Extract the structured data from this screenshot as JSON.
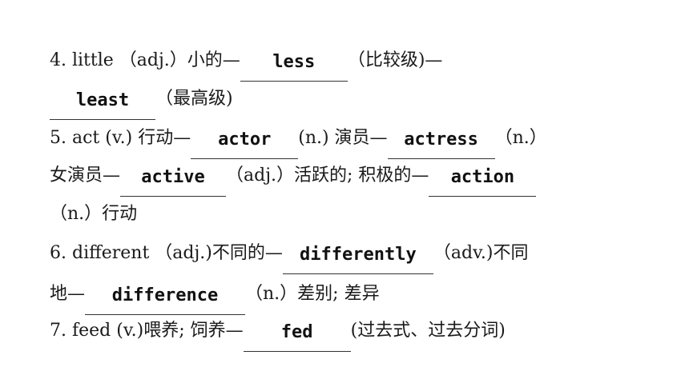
{
  "lines": [
    {
      "segments": [
        {
          "text": "4. little （adj.）小的—"
        },
        {
          "blank": "less"
        },
        {
          "text": "（比较级)—"
        }
      ]
    },
    {
      "segments": [
        {
          "blank": "least"
        },
        {
          "text": "（最高级)"
        }
      ]
    },
    {
      "segments": [
        {
          "text": "5. act (v.) 行动—"
        },
        {
          "blank": "actor"
        },
        {
          "text": " (n.) 演员—"
        },
        {
          "blank": "actress"
        },
        {
          "text": "（n.）"
        }
      ]
    },
    {
      "segments": [
        {
          "text": "女演员—"
        },
        {
          "blank": "active"
        },
        {
          "text": "（adj.）活跃的; 积极的—"
        },
        {
          "blank": "action"
        }
      ]
    },
    {
      "segments": [
        {
          "text": "（n.）行动"
        }
      ]
    },
    {
      "segments": [
        {
          "text": "6. different （adj.)不同的—"
        },
        {
          "blank": "differently"
        },
        {
          "text": "（adv.)不同"
        }
      ]
    },
    {
      "segments": [
        {
          "text": "地—"
        },
        {
          "blank": "difference"
        },
        {
          "text": " （n.）差别; 差异"
        }
      ]
    },
    {
      "segments": [
        {
          "text": "7. feed (v.)喂养; 饲养—"
        },
        {
          "blank": "fed"
        },
        {
          "text": " (过去式、过去分词)"
        }
      ]
    }
  ]
}
